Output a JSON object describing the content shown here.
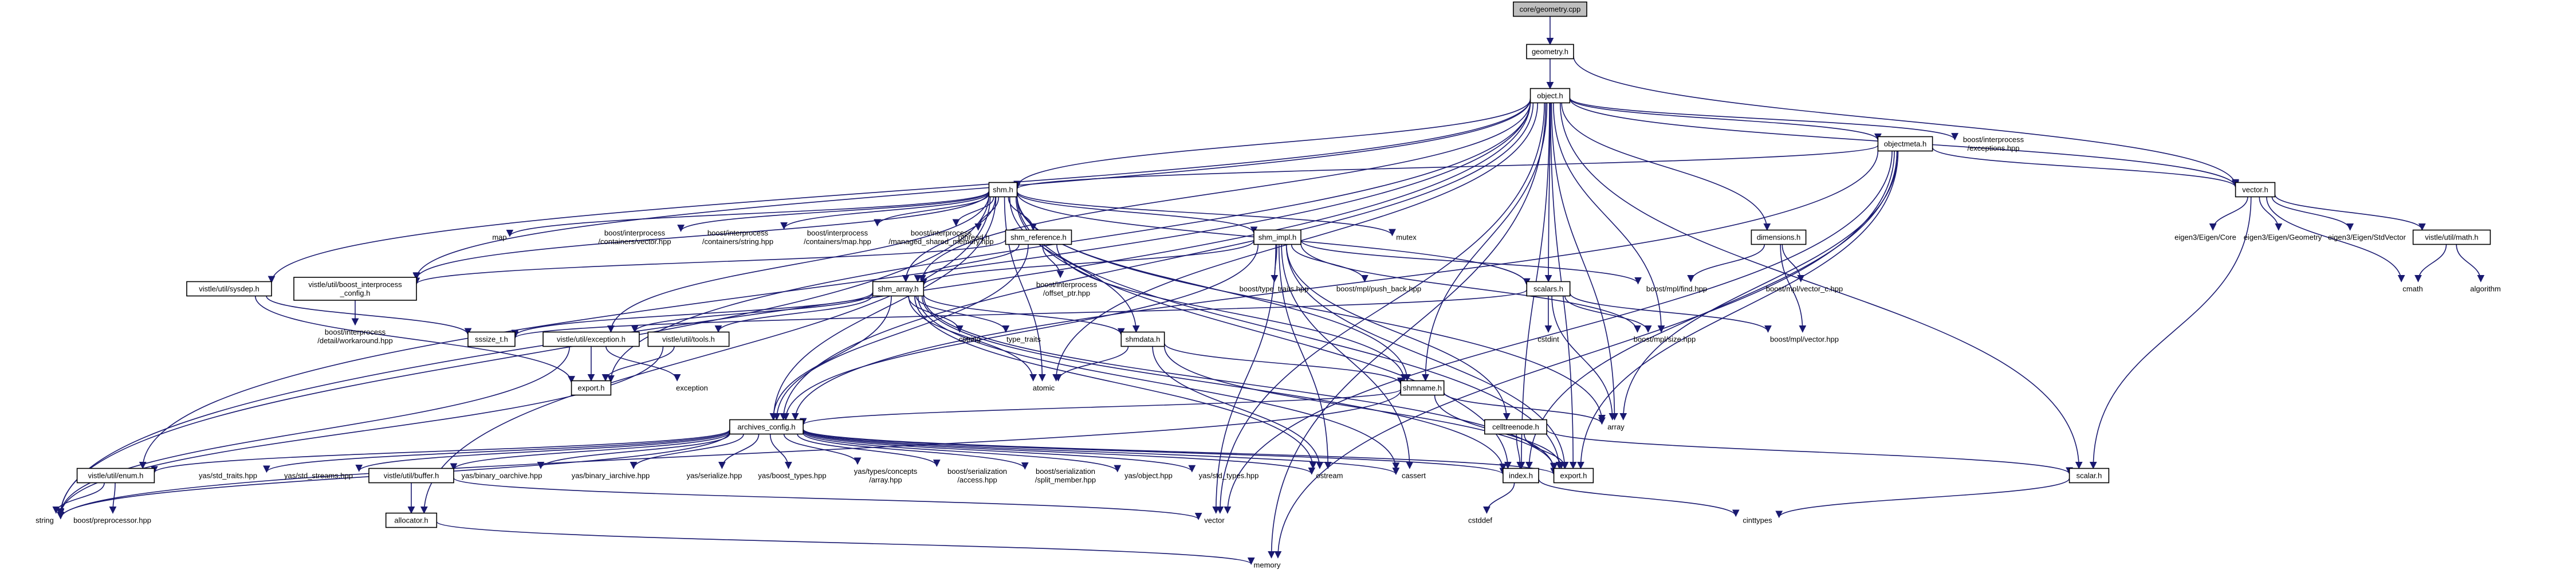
{
  "graph": {
    "nodes": [
      {
        "id": "root",
        "lines": [
          "core/geometry.cpp"
        ],
        "style": "root"
      },
      {
        "id": "geometry_h",
        "lines": [
          "geometry.h"
        ],
        "style": "box"
      },
      {
        "id": "object_h",
        "lines": [
          "object.h"
        ],
        "style": "box"
      },
      {
        "id": "vector_h",
        "lines": [
          "vector.h"
        ],
        "style": "box"
      },
      {
        "id": "objectmeta_h",
        "lines": [
          "objectmeta.h"
        ],
        "style": "box"
      },
      {
        "id": "shm_h",
        "lines": [
          "shm.h"
        ],
        "style": "box"
      },
      {
        "id": "boost_exceptions",
        "lines": [
          "boost/interprocess",
          "/exceptions.hpp"
        ],
        "style": "plain"
      },
      {
        "id": "map",
        "lines": [
          "map"
        ],
        "style": "plain"
      },
      {
        "id": "bi_vector",
        "lines": [
          "boost/interprocess",
          "/containers/vector.hpp"
        ],
        "style": "plain"
      },
      {
        "id": "bi_string",
        "lines": [
          "boost/interprocess",
          "/containers/string.hpp"
        ],
        "style": "plain"
      },
      {
        "id": "bi_map",
        "lines": [
          "boost/interprocess",
          "/containers/map.hpp"
        ],
        "style": "plain"
      },
      {
        "id": "bi_msm",
        "lines": [
          "boost/interprocess",
          "/managed_shared_memory.hpp"
        ],
        "style": "plain"
      },
      {
        "id": "pthread_h",
        "lines": [
          "pthread.h"
        ],
        "style": "plain"
      },
      {
        "id": "shm_reference_h",
        "lines": [
          "shm_reference.h"
        ],
        "style": "box"
      },
      {
        "id": "shm_impl_h",
        "lines": [
          "shm_impl.h"
        ],
        "style": "box"
      },
      {
        "id": "mutex",
        "lines": [
          "mutex"
        ],
        "style": "plain"
      },
      {
        "id": "dimensions_h",
        "lines": [
          "dimensions.h"
        ],
        "style": "box"
      },
      {
        "id": "eigen_core",
        "lines": [
          "eigen3/Eigen/Core"
        ],
        "style": "plain"
      },
      {
        "id": "eigen_geometry",
        "lines": [
          "eigen3/Eigen/Geometry"
        ],
        "style": "plain"
      },
      {
        "id": "eigen_stdvector",
        "lines": [
          "eigen3/Eigen/StdVector"
        ],
        "style": "plain"
      },
      {
        "id": "vistle_math_h",
        "lines": [
          "vistle/util/math.h"
        ],
        "style": "box"
      },
      {
        "id": "vistle_sysdep_h",
        "lines": [
          "vistle/util/sysdep.h"
        ],
        "style": "box"
      },
      {
        "id": "vistle_bic_h",
        "lines": [
          "vistle/util/boost_interprocess",
          "_config.h"
        ],
        "style": "box"
      },
      {
        "id": "bi_offset_ptr",
        "lines": [
          "boost/interprocess",
          "/offset_ptr.hpp"
        ],
        "style": "plain"
      },
      {
        "id": "boost_type_traits",
        "lines": [
          "boost/type_traits.hpp"
        ],
        "style": "plain"
      },
      {
        "id": "boost_mpl_push_back",
        "lines": [
          "boost/mpl/push_back.hpp"
        ],
        "style": "plain"
      },
      {
        "id": "boost_mpl_find",
        "lines": [
          "boost/mpl/find.hpp"
        ],
        "style": "plain"
      },
      {
        "id": "boost_mpl_vector_c",
        "lines": [
          "boost/mpl/vector_c.hpp"
        ],
        "style": "plain"
      },
      {
        "id": "cmath",
        "lines": [
          "cmath"
        ],
        "style": "plain"
      },
      {
        "id": "algorithm",
        "lines": [
          "algorithm"
        ],
        "style": "plain"
      },
      {
        "id": "shm_array_h",
        "lines": [
          "shm_array.h"
        ],
        "style": "box"
      },
      {
        "id": "scalars_h",
        "lines": [
          "scalars.h"
        ],
        "style": "box"
      },
      {
        "id": "bi_workaround",
        "lines": [
          "boost/interprocess",
          "/detail/workaround.hpp"
        ],
        "style": "plain"
      },
      {
        "id": "sssize_t_h",
        "lines": [
          "sssize_t.h"
        ],
        "style": "box"
      },
      {
        "id": "vistle_exception_h",
        "lines": [
          "vistle/util/exception.h"
        ],
        "style": "box"
      },
      {
        "id": "cstring",
        "lines": [
          "cstring"
        ],
        "style": "plain"
      },
      {
        "id": "type_traits",
        "lines": [
          "type_traits"
        ],
        "style": "plain"
      },
      {
        "id": "shmdata_h",
        "lines": [
          "shmdata.h"
        ],
        "style": "box"
      },
      {
        "id": "cstdint",
        "lines": [
          "cstdint"
        ],
        "style": "plain"
      },
      {
        "id": "boost_mpl_size",
        "lines": [
          "boost/mpl/size.hpp"
        ],
        "style": "plain"
      },
      {
        "id": "boost_mpl_vector",
        "lines": [
          "boost/mpl/vector.hpp"
        ],
        "style": "plain"
      },
      {
        "id": "vistle_tools_h",
        "lines": [
          "vistle/util/tools.h"
        ],
        "style": "box"
      },
      {
        "id": "export_h_a",
        "lines": [
          "export.h"
        ],
        "style": "box"
      },
      {
        "id": "exception",
        "lines": [
          "exception"
        ],
        "style": "plain"
      },
      {
        "id": "atomic",
        "lines": [
          "atomic"
        ],
        "style": "plain"
      },
      {
        "id": "shmname_h",
        "lines": [
          "shmname.h"
        ],
        "style": "box"
      },
      {
        "id": "array",
        "lines": [
          "array"
        ],
        "style": "plain"
      },
      {
        "id": "archives_config_h",
        "lines": [
          "archives_config.h"
        ],
        "style": "box"
      },
      {
        "id": "celltreenode_h",
        "lines": [
          "celltreenode.h"
        ],
        "style": "box"
      },
      {
        "id": "vistle_enum_h",
        "lines": [
          "vistle/util/enum.h"
        ],
        "style": "box"
      },
      {
        "id": "yas_traits",
        "lines": [
          "yas/std_traits.hpp"
        ],
        "style": "plain"
      },
      {
        "id": "yas_streams",
        "lines": [
          "yas/std_streams.hpp"
        ],
        "style": "plain"
      },
      {
        "id": "vistle_buffer_h",
        "lines": [
          "vistle/util/buffer.h"
        ],
        "style": "box"
      },
      {
        "id": "yas_binary_oarchive",
        "lines": [
          "yas/binary_oarchive.hpp"
        ],
        "style": "plain"
      },
      {
        "id": "yas_binary_iarchive",
        "lines": [
          "yas/binary_iarchive.hpp"
        ],
        "style": "plain"
      },
      {
        "id": "yas_serialize",
        "lines": [
          "yas/serialize.hpp"
        ],
        "style": "plain"
      },
      {
        "id": "yas_boost_types",
        "lines": [
          "yas/boost_types.hpp"
        ],
        "style": "plain"
      },
      {
        "id": "yas_concepts_array",
        "lines": [
          "yas/types/concepts",
          "/array.hpp"
        ],
        "style": "plain"
      },
      {
        "id": "boost_ser_access",
        "lines": [
          "boost/serialization",
          "/access.hpp"
        ],
        "style": "plain"
      },
      {
        "id": "boost_ser_split",
        "lines": [
          "boost/serialization",
          "/split_member.hpp"
        ],
        "style": "plain"
      },
      {
        "id": "yas_object",
        "lines": [
          "yas/object.hpp"
        ],
        "style": "plain"
      },
      {
        "id": "yas_std_types",
        "lines": [
          "yas/std_types.hpp"
        ],
        "style": "plain"
      },
      {
        "id": "ostream",
        "lines": [
          "ostream"
        ],
        "style": "plain"
      },
      {
        "id": "cassert",
        "lines": [
          "cassert"
        ],
        "style": "plain"
      },
      {
        "id": "index_h",
        "lines": [
          "index.h"
        ],
        "style": "box"
      },
      {
        "id": "export_h_b",
        "lines": [
          "export.h"
        ],
        "style": "box"
      },
      {
        "id": "scalar_h",
        "lines": [
          "scalar.h"
        ],
        "style": "box"
      },
      {
        "id": "string",
        "lines": [
          "string"
        ],
        "style": "plain"
      },
      {
        "id": "boost_preprocessor",
        "lines": [
          "boost/preprocessor.hpp"
        ],
        "style": "plain"
      },
      {
        "id": "allocator_h",
        "lines": [
          "allocator.h"
        ],
        "style": "box"
      },
      {
        "id": "vector",
        "lines": [
          "vector"
        ],
        "style": "plain"
      },
      {
        "id": "cstddef",
        "lines": [
          "cstddef"
        ],
        "style": "plain"
      },
      {
        "id": "cinttypes",
        "lines": [
          "cinttypes"
        ],
        "style": "plain"
      },
      {
        "id": "memory",
        "lines": [
          "memory"
        ],
        "style": "plain"
      }
    ],
    "edges": [
      [
        "root",
        "geometry_h"
      ],
      [
        "geometry_h",
        "object_h"
      ],
      [
        "geometry_h",
        "vector_h"
      ],
      [
        "object_h",
        "objectmeta_h"
      ],
      [
        "object_h",
        "shm_h"
      ],
      [
        "object_h",
        "boost_exceptions"
      ],
      [
        "object_h",
        "vector_h"
      ],
      [
        "object_h",
        "dimensions_h"
      ],
      [
        "object_h",
        "scalars_h"
      ],
      [
        "object_h",
        "vistle_sysdep_h"
      ],
      [
        "object_h",
        "vistle_bic_h"
      ],
      [
        "object_h",
        "shm_array_h"
      ],
      [
        "object_h",
        "shmname_h"
      ],
      [
        "object_h",
        "archives_config_h"
      ],
      [
        "object_h",
        "vistle_enum_h"
      ],
      [
        "object_h",
        "string"
      ],
      [
        "object_h",
        "vector"
      ],
      [
        "object_h",
        "memory"
      ],
      [
        "object_h",
        "export_h_b"
      ],
      [
        "object_h",
        "index_h"
      ],
      [
        "object_h",
        "boost_mpl_size"
      ],
      [
        "object_h",
        "array"
      ],
      [
        "object_h",
        "atomic"
      ],
      [
        "object_h",
        "export_h_a"
      ],
      [
        "object_h",
        "scalar_h"
      ],
      [
        "objectmeta_h",
        "shm_h"
      ],
      [
        "objectmeta_h",
        "vector_h"
      ],
      [
        "objectmeta_h",
        "archives_config_h"
      ],
      [
        "objectmeta_h",
        "array"
      ],
      [
        "objectmeta_h",
        "index_h"
      ],
      [
        "objectmeta_h",
        "export_h_b"
      ],
      [
        "objectmeta_h",
        "vector"
      ],
      [
        "objectmeta_h",
        "memory"
      ],
      [
        "shm_h",
        "map"
      ],
      [
        "shm_h",
        "bi_vector"
      ],
      [
        "shm_h",
        "bi_string"
      ],
      [
        "shm_h",
        "bi_map"
      ],
      [
        "shm_h",
        "bi_msm"
      ],
      [
        "shm_h",
        "pthread_h"
      ],
      [
        "shm_h",
        "shm_reference_h"
      ],
      [
        "shm_h",
        "shm_impl_h"
      ],
      [
        "shm_h",
        "mutex"
      ],
      [
        "shm_h",
        "vistle_bic_h"
      ],
      [
        "shm_h",
        "shm_array_h"
      ],
      [
        "shm_h",
        "scalars_h"
      ],
      [
        "shm_h",
        "vistle_exception_h"
      ],
      [
        "shm_h",
        "shmdata_h"
      ],
      [
        "shm_h",
        "shmname_h"
      ],
      [
        "shm_h",
        "archives_config_h"
      ],
      [
        "shm_h",
        "index_h"
      ],
      [
        "shm_h",
        "export_h_b"
      ],
      [
        "shm_h",
        "atomic"
      ],
      [
        "shm_h",
        "allocator_h"
      ],
      [
        "shm_h",
        "array"
      ],
      [
        "shm_h",
        "string"
      ],
      [
        "shm_reference_h",
        "bi_offset_ptr"
      ],
      [
        "shm_reference_h",
        "shm_array_h"
      ],
      [
        "shm_reference_h",
        "vistle_bic_h"
      ],
      [
        "shm_reference_h",
        "shmname_h"
      ],
      [
        "shm_reference_h",
        "archives_config_h"
      ],
      [
        "shm_impl_h",
        "boost_type_traits"
      ],
      [
        "shm_impl_h",
        "boost_mpl_push_back"
      ],
      [
        "shm_impl_h",
        "boost_mpl_find"
      ],
      [
        "shm_impl_h",
        "boost_mpl_size"
      ],
      [
        "shm_impl_h",
        "shm_array_h"
      ],
      [
        "shm_impl_h",
        "archives_config_h"
      ],
      [
        "shm_impl_h",
        "celltreenode_h"
      ],
      [
        "shm_impl_h",
        "ostream"
      ],
      [
        "shm_impl_h",
        "cassert"
      ],
      [
        "shm_impl_h",
        "export_h_b"
      ],
      [
        "shm_impl_h",
        "vector"
      ],
      [
        "vector_h",
        "eigen_core"
      ],
      [
        "vector_h",
        "eigen_geometry"
      ],
      [
        "vector_h",
        "eigen_stdvector"
      ],
      [
        "vector_h",
        "vistle_math_h"
      ],
      [
        "vector_h",
        "cmath"
      ],
      [
        "vector_h",
        "scalar_h"
      ],
      [
        "vistle_math_h",
        "cmath"
      ],
      [
        "vistle_math_h",
        "algorithm"
      ],
      [
        "dimensions_h",
        "boost_mpl_find"
      ],
      [
        "dimensions_h",
        "boost_mpl_vector_c"
      ],
      [
        "dimensions_h",
        "boost_mpl_vector"
      ],
      [
        "vistle_sysdep_h",
        "sssize_t_h"
      ],
      [
        "vistle_sysdep_h",
        "export_h_a"
      ],
      [
        "vistle_bic_h",
        "bi_workaround"
      ],
      [
        "shm_array_h",
        "vistle_exception_h"
      ],
      [
        "shm_array_h",
        "cstring"
      ],
      [
        "shm_array_h",
        "type_traits"
      ],
      [
        "shm_array_h",
        "shmdata_h"
      ],
      [
        "shm_array_h",
        "vistle_tools_h"
      ],
      [
        "shm_array_h",
        "atomic"
      ],
      [
        "shm_array_h",
        "archives_config_h"
      ],
      [
        "shm_array_h",
        "index_h"
      ],
      [
        "shm_array_h",
        "export_h_b"
      ],
      [
        "shm_array_h",
        "ostream"
      ],
      [
        "shm_array_h",
        "cassert"
      ],
      [
        "shm_array_h",
        "sssize_t_h"
      ],
      [
        "scalars_h",
        "cstdint"
      ],
      [
        "scalars_h",
        "boost_mpl_size"
      ],
      [
        "scalars_h",
        "boost_mpl_vector"
      ],
      [
        "scalars_h",
        "array"
      ],
      [
        "scalars_h",
        "sssize_t_h"
      ],
      [
        "vistle_exception_h",
        "export_h_a"
      ],
      [
        "vistle_exception_h",
        "exception"
      ],
      [
        "vistle_exception_h",
        "string"
      ],
      [
        "vistle_tools_h",
        "export_h_a"
      ],
      [
        "vistle_tools_h",
        "string"
      ],
      [
        "shmdata_h",
        "atomic"
      ],
      [
        "shmdata_h",
        "shmname_h"
      ],
      [
        "shmdata_h",
        "ostream"
      ],
      [
        "shmdata_h",
        "export_h_b"
      ],
      [
        "shmname_h",
        "archives_config_h"
      ],
      [
        "shmname_h",
        "array"
      ],
      [
        "shmname_h",
        "string"
      ],
      [
        "shmname_h",
        "export_h_b"
      ],
      [
        "celltreenode_h",
        "index_h"
      ],
      [
        "celltreenode_h",
        "scalar_h"
      ],
      [
        "celltreenode_h",
        "export_h_b"
      ],
      [
        "archives_config_h",
        "vistle_enum_h"
      ],
      [
        "archives_config_h",
        "yas_traits"
      ],
      [
        "archives_config_h",
        "yas_streams"
      ],
      [
        "archives_config_h",
        "vistle_buffer_h"
      ],
      [
        "archives_config_h",
        "yas_binary_oarchive"
      ],
      [
        "archives_config_h",
        "yas_binary_iarchive"
      ],
      [
        "archives_config_h",
        "yas_serialize"
      ],
      [
        "archives_config_h",
        "yas_boost_types"
      ],
      [
        "archives_config_h",
        "yas_concepts_array"
      ],
      [
        "archives_config_h",
        "boost_ser_access"
      ],
      [
        "archives_config_h",
        "boost_ser_split"
      ],
      [
        "archives_config_h",
        "yas_object"
      ],
      [
        "archives_config_h",
        "yas_std_types"
      ],
      [
        "archives_config_h",
        "ostream"
      ],
      [
        "archives_config_h",
        "cassert"
      ],
      [
        "archives_config_h",
        "index_h"
      ],
      [
        "archives_config_h",
        "export_h_b"
      ],
      [
        "archives_config_h",
        "string"
      ],
      [
        "vistle_enum_h",
        "string"
      ],
      [
        "vistle_enum_h",
        "boost_preprocessor"
      ],
      [
        "vistle_buffer_h",
        "allocator_h"
      ],
      [
        "vistle_buffer_h",
        "vector"
      ],
      [
        "allocator_h",
        "memory"
      ],
      [
        "index_h",
        "cstddef"
      ],
      [
        "index_h",
        "cinttypes"
      ],
      [
        "scalar_h",
        "cinttypes"
      ]
    ]
  }
}
